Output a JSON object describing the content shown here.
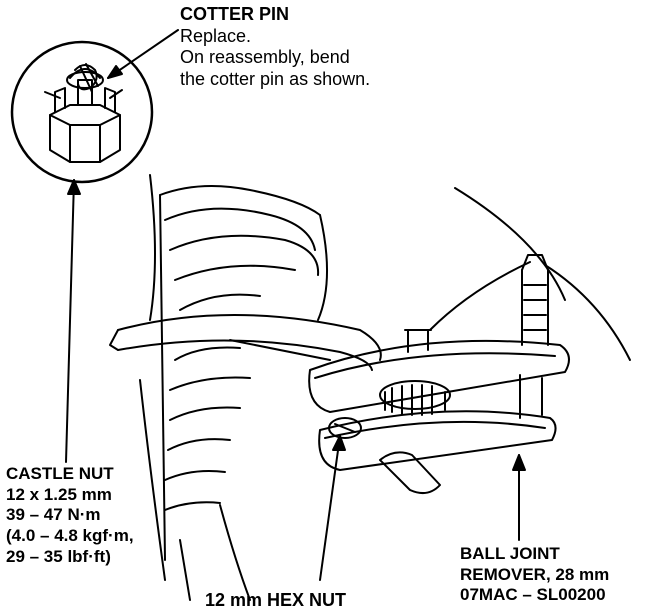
{
  "cotter_pin": {
    "title": "COTTER PIN",
    "line1": "Replace.",
    "line2": "On reassembly, bend",
    "line3": "the cotter pin as shown."
  },
  "castle_nut": {
    "title": "CASTLE NUT",
    "size": "12 x 1.25 mm",
    "torque_nm": "39 – 47 N·m",
    "torque_kgf": "(4.0 – 4.8 kgf·m,",
    "torque_lbf": "29 – 35 lbf·ft)"
  },
  "hex_nut": {
    "label": "12 mm HEX NUT"
  },
  "ball_joint_remover": {
    "line1": "BALL JOINT",
    "line2": "REMOVER, 28 mm",
    "line3": "07MAC – SL00200"
  }
}
